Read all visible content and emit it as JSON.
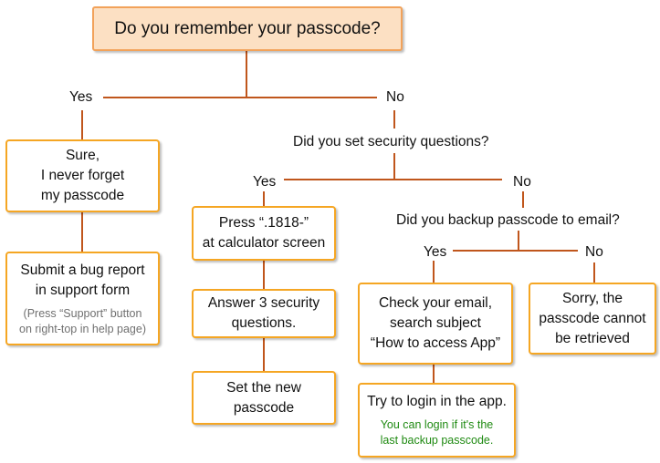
{
  "colors": {
    "connector": "#c0561c",
    "box_border": "#f5a623",
    "root_fill": "#fce0c3",
    "note_green": "#1f8a12",
    "note_gray": "#707070"
  },
  "root": {
    "text": "Do you remember your passcode?"
  },
  "branches": {
    "remember_yes": "Yes",
    "remember_no": "No",
    "security_yes": "Yes",
    "security_no": "No",
    "email_yes": "Yes",
    "email_no": "No"
  },
  "questions": {
    "security": "Did you set security questions?",
    "email_backup": "Did you backup passcode to email?"
  },
  "boxes": {
    "never_forget": {
      "text": "Sure,\nI never forget\nmy passcode"
    },
    "bug_report": {
      "text": "Submit a bug report\nin support form",
      "note": "(Press “Support” button\non right-top in help page)"
    },
    "calculator": {
      "text": "Press “.1818-”\nat calculator screen"
    },
    "security_answers": {
      "text": "Answer 3 security\nquestions."
    },
    "set_new": {
      "text": "Set the new\npasscode"
    },
    "check_email": {
      "text": "Check your email,\nsearch subject\n“How to access App”"
    },
    "try_login": {
      "text": "Try to login in the app.",
      "note": "You can login if it's the\nlast backup passcode."
    },
    "cannot_retrieve": {
      "text": "Sorry, the\npasscode cannot\nbe retrieved"
    }
  }
}
